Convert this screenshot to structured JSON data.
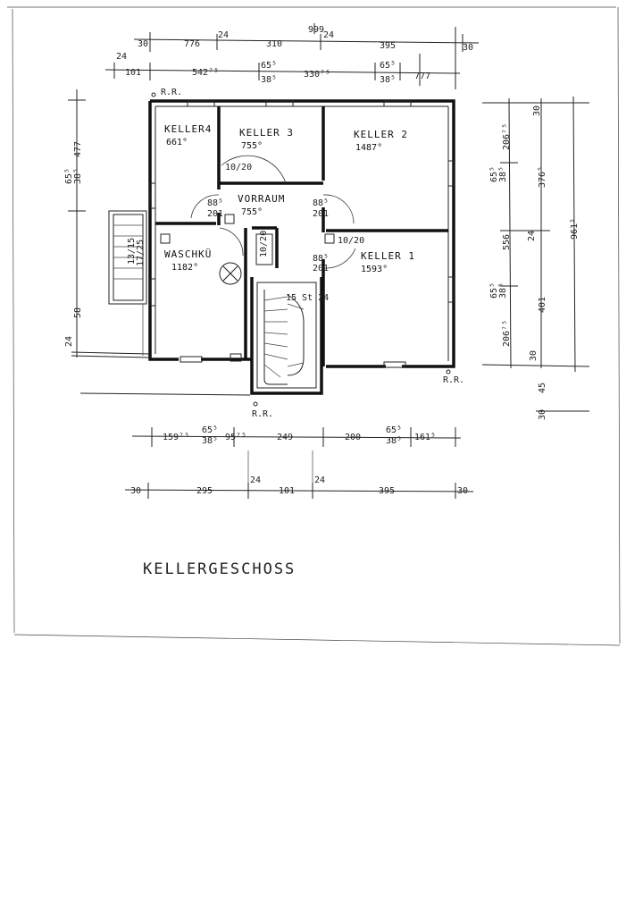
{
  "title": "KELLERGESCHOSS",
  "rooms": {
    "keller4": {
      "name": "KELLER4",
      "area": "661°"
    },
    "keller3": {
      "name": "KELLER 3",
      "area": "755°"
    },
    "keller2": {
      "name": "KELLER 2",
      "area": "1487°"
    },
    "vorraum": {
      "name": "VORRAUM",
      "area": "755°"
    },
    "waschk": {
      "name": "WASCHKÜ",
      "area": "1182°"
    },
    "keller1": {
      "name": "KELLER 1",
      "area": "1593°"
    }
  },
  "openings": {
    "o1": "10/20",
    "o2": "10/20",
    "o3": "10/20",
    "d1_top": "88⁵",
    "d1_bot": "201",
    "d2_top": "88⁵",
    "d2_bot": "201",
    "d3_top": "88⁵",
    "d3_bot": "201"
  },
  "stair": {
    "main": "15 St 24",
    "side": "13/15",
    "side2": "17/25",
    "rr": "R.R."
  },
  "top_dims": {
    "overall": "999",
    "row1": [
      "30",
      "776",
      "24",
      "310",
      "24",
      "395",
      "30"
    ],
    "row2": [
      "24",
      "101",
      "542⁷⁵",
      "65⁵",
      "38⁵",
      "330⁷⁵",
      "65⁵",
      "38⁵",
      "777"
    ]
  },
  "bottom_dims": {
    "row1": [
      "159⁷⁵",
      "65⁵",
      "38⁵",
      "95⁷⁵",
      "249",
      "200",
      "65⁵",
      "38⁵",
      "161⁵"
    ],
    "row2": [
      "30",
      "295",
      "24",
      "101",
      "24",
      "395",
      "30"
    ]
  },
  "right_dims": {
    "inner": [
      "30",
      "206⁷⁵",
      "65⁵",
      "38⁵",
      "556",
      "65⁵",
      "38⁵",
      "206⁷⁵",
      "30"
    ],
    "mid": [
      "376⁵",
      "24",
      "401"
    ],
    "outer": [
      "961⁵"
    ],
    "lower": [
      "45",
      "30"
    ]
  },
  "left_dims": [
    "477",
    "65⁵",
    "38⁵",
    "58",
    "24"
  ],
  "rr_marks": [
    "R.R.",
    "R.R.",
    "R.R."
  ]
}
